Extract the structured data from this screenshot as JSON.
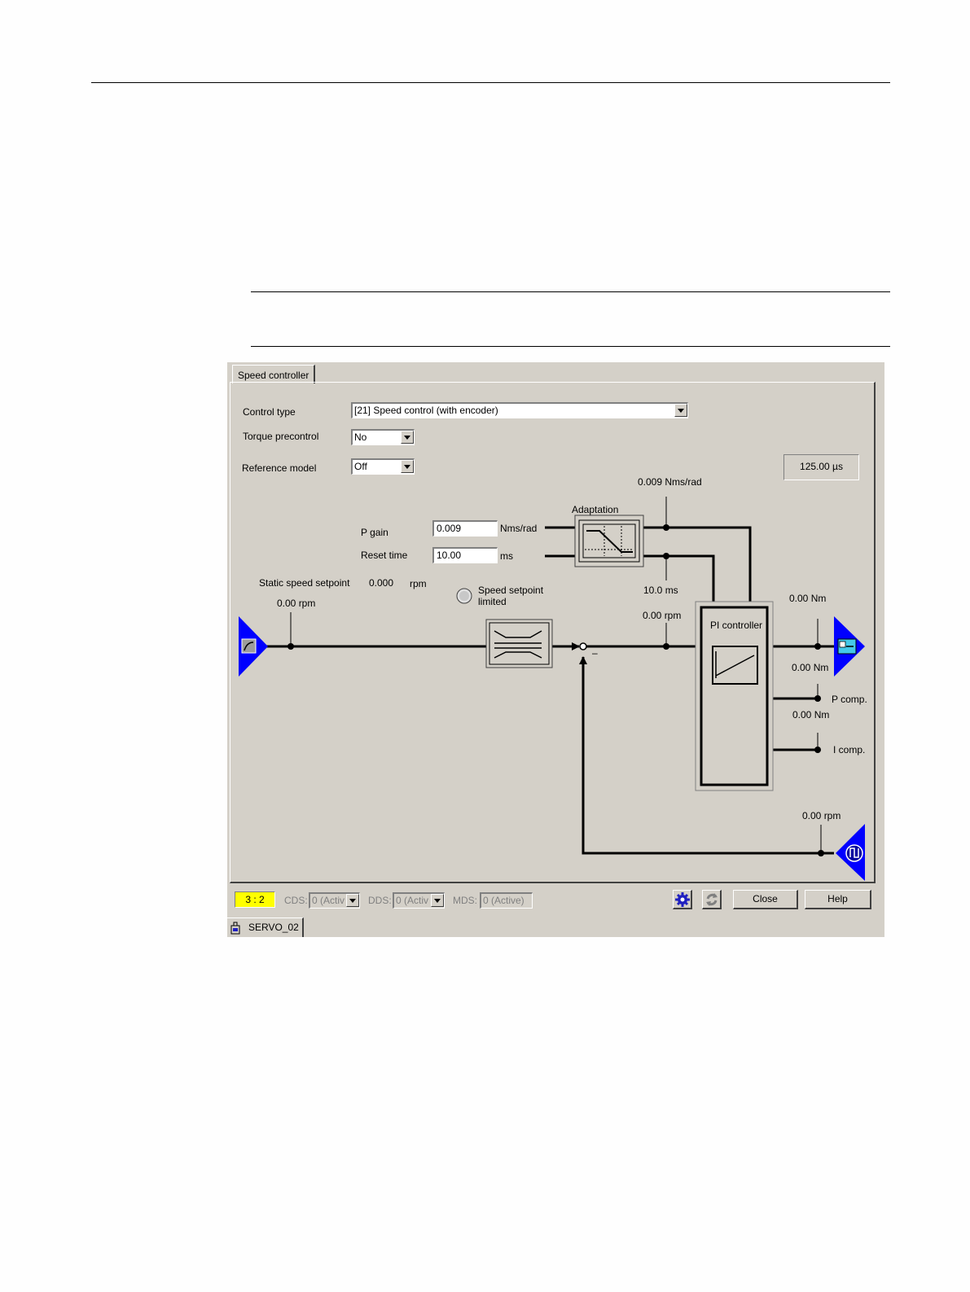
{
  "window": {
    "tab": "Speed controller",
    "bottom_tab": "SERVO_02"
  },
  "settings": {
    "control_type_label": "Control type",
    "control_type_value": "[21] Speed control (with encoder)",
    "torque_precontrol_label": "Torque precontrol",
    "torque_precontrol_value": "No",
    "reference_model_label": "Reference model",
    "reference_model_value": "Off",
    "cycle_time": "125.00 µs"
  },
  "adaptation": {
    "label": "Adaptation",
    "p_gain_readout": "0.009 Nms/rad",
    "reset_time_readout": "10.0 ms"
  },
  "gains": {
    "p_gain_label": "P gain",
    "p_gain_value": "0.009",
    "p_gain_unit": "Nms/rad",
    "reset_time_label": "Reset time",
    "reset_time_value": "10.00",
    "reset_time_unit": "ms"
  },
  "setpoint": {
    "static_label": "Static speed setpoint",
    "static_value": "0.000",
    "static_unit": "rpm",
    "input_readout": "0.00 rpm",
    "limited_label_1": "Speed setpoint",
    "limited_label_2": "limited",
    "error_readout": "0.00 rpm",
    "minus": "–"
  },
  "pi_controller": {
    "label": "PI controller",
    "output_readout": "0.00 Nm",
    "p_comp_readout": "0.00 Nm",
    "p_comp_label": "P comp.",
    "i_comp_readout": "0.00 Nm",
    "i_comp_label": "I comp."
  },
  "feedback": {
    "actual_speed_readout": "0.00 rpm"
  },
  "statusbar": {
    "counter": "3 : 2",
    "cds_label": "CDS:",
    "cds_value": "0 (Activ",
    "dds_label": "DDS:",
    "dds_value": "0 (Activ",
    "mds_label": "MDS:",
    "mds_value": "0 (Active)",
    "close_label": "Close",
    "help_label": "Help"
  },
  "icons": [
    "ramp-input-icon",
    "torque-output-icon",
    "encoder-input-icon",
    "settings-gear-icon",
    "refresh-icon",
    "device-icon",
    "status-led-icon"
  ],
  "colors": {
    "dialog_bg": "#d4d0c8",
    "arrow_blue": "#0000ff",
    "counter_bg": "#ffff00"
  }
}
